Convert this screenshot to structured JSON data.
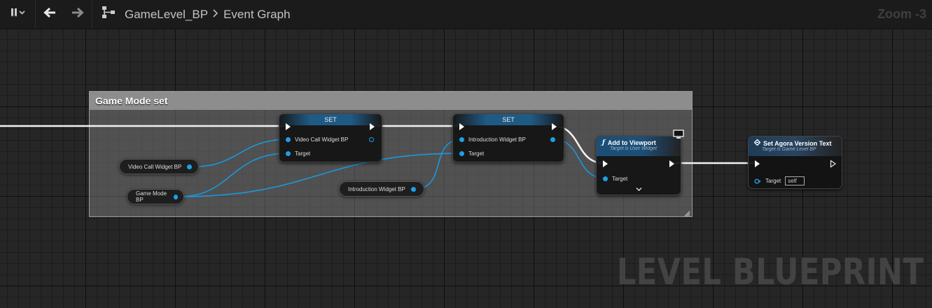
{
  "toolbar": {
    "bookmark_icon": "bookmark-icon",
    "back_icon": "arrow-left-icon",
    "forward_icon": "arrow-right-icon",
    "graph_icon": "blueprint-graph-icon",
    "breadcrumb": {
      "blueprint": "GameLevel_BP",
      "graph": "Event Graph"
    },
    "zoom": "Zoom -3"
  },
  "watermark": "LEVEL BLUEPRINT",
  "comment": {
    "title": "Game Mode set"
  },
  "nodes": {
    "set1": {
      "header": "SET",
      "pin_value": "Video Call Widget BP",
      "pin_target": "Target"
    },
    "set2": {
      "header": "SET",
      "pin_value": "Introduction Widget BP",
      "pin_target": "Target"
    },
    "add_to_viewport": {
      "title": "Add to Viewport",
      "subtitle": "Target is User Widget",
      "pin_target": "Target"
    },
    "set_agora": {
      "title": "Set Agora Version Text",
      "subtitle": "Target is Game Level BP",
      "pin_target": "Target",
      "target_value": "self"
    }
  },
  "variables": {
    "video_call": "Video Call Widget BP",
    "game_mode": "Game Mode BP",
    "introduction": "Introduction Widget BP"
  },
  "colors": {
    "object_pin": "#1aa1e8",
    "exec_wire": "#ffffff",
    "function_header": "#1c4f78"
  }
}
